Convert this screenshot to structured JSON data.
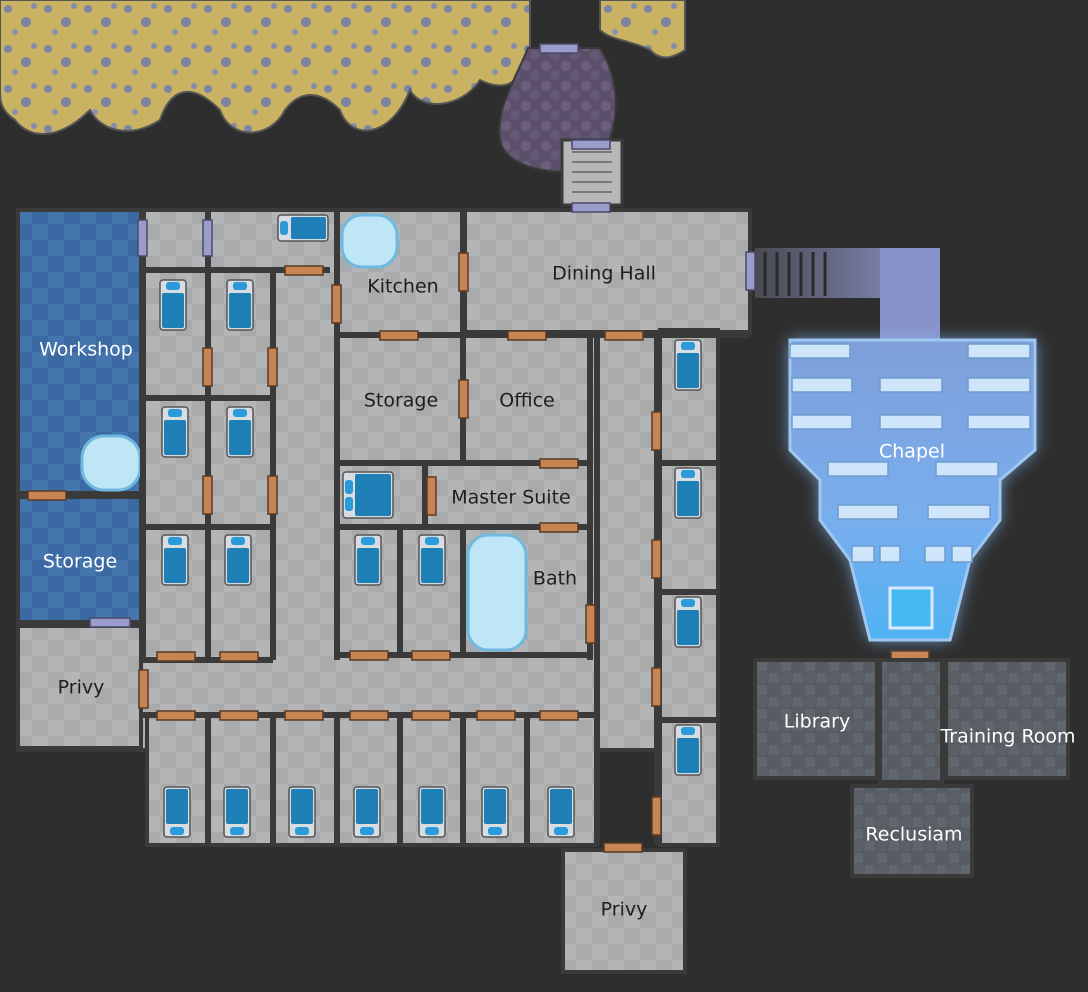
{
  "map": {
    "rooms": {
      "workshop": "Workshop",
      "storage_west": "Storage",
      "privy_west": "Privy",
      "kitchen": "Kitchen",
      "dining_hall": "Dining Hall",
      "storage_center": "Storage",
      "office": "Office",
      "master_suite": "Master Suite",
      "bath": "Bath",
      "privy_south": "Privy",
      "chapel": "Chapel",
      "library": "Library",
      "training_room": "Training Room",
      "reclusiam": "Reclusiam"
    },
    "colors": {
      "background": "#2e2e2e",
      "floor": "#a9abad",
      "wall": "#3a3a3a",
      "workshop_floor": "#3f6ea8",
      "chapel_glow": "#7fb6f0",
      "dark_stone": "#5a6066",
      "sand": "#cbb567",
      "door": "#c98454",
      "bed_blanket": "#1f7fb7"
    },
    "icons": [
      "bed-icon",
      "pool-icon",
      "altar-icon",
      "pew-icon",
      "door-icon",
      "stairs-icon"
    ]
  }
}
